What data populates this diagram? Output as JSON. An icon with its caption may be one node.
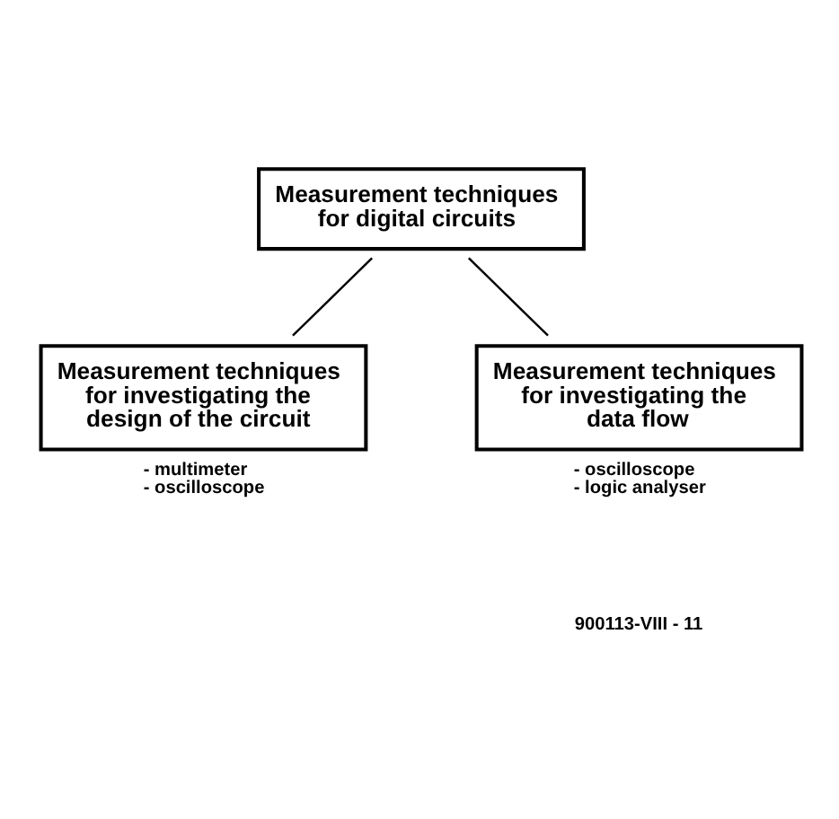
{
  "diagram": {
    "nodes": [
      {
        "text": [
          "Measurement techniques for digital circuits"
        ]
      },
      {
        "text": [
          "Measurement techniques for investigating the design of the circuit"
        ],
        "beside": [
          "- multimeter",
          "- oscilloscope"
        ]
      },
      {
        "text": [
          "Measurement techniques for investigating the data flow"
        ],
        "beside": [
          "- oscilloscope",
          "- logic analyser"
        ]
      }
    ],
    "edges": [
      {
        "from": 0,
        "to": 1,
        "arrow": "none"
      },
      {
        "from": 0,
        "to": 2,
        "arrow": "none"
      }
    ],
    "labels": [
      "900113-VIII - 11"
    ]
  }
}
